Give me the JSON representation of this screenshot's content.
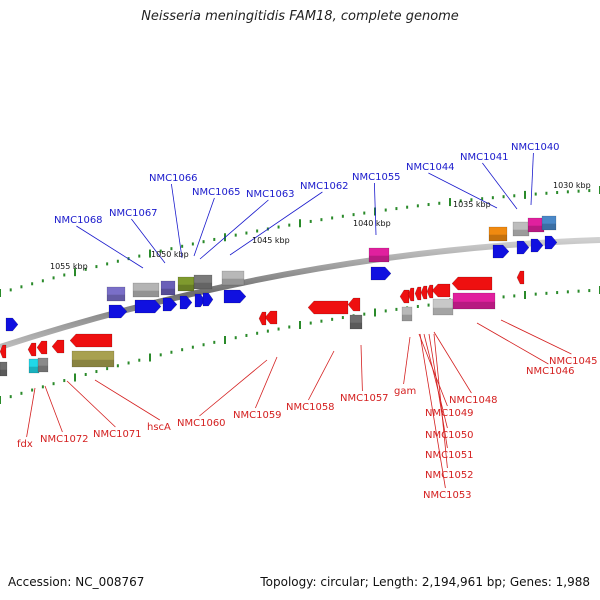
{
  "title": "Neisseria meningitidis FAM18, complete genome",
  "footer": {
    "accession": "Accession: NC_008767",
    "summary": "Topology: circular; Length: 2,194,961 bp; Genes: 1,988"
  },
  "colors": {
    "forward_label": "#1a1acc",
    "reverse_label": "#d42020",
    "tick": "#2a8a2a",
    "backbone": "#8c8c8c"
  },
  "scale_labels": [
    "1030 kbp",
    "1035 kbp",
    "1040 kbp",
    "1045 kbp",
    "1050 kbp",
    "1055 kbp"
  ],
  "forward_genes": [
    "NMC1068",
    "NMC1067",
    "NMC1066",
    "NMC1065",
    "NMC1063",
    "NMC1062",
    "NMC1055",
    "NMC1044",
    "NMC1041",
    "NMC1040"
  ],
  "reverse_genes": [
    "fdx",
    "NMC1072",
    "NMC1071",
    "hscA",
    "NMC1060",
    "NMC1059",
    "NMC1058",
    "NMC1057",
    "gam",
    "NMC1048",
    "NMC1049",
    "NMC1050",
    "NMC1051",
    "NMC1052",
    "NMC1053",
    "NMC1046",
    "NMC1045"
  ]
}
